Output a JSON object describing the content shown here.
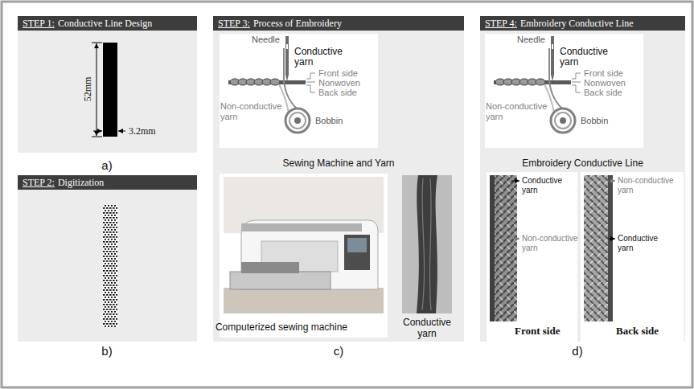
{
  "diagram": {
    "nodes": [
      {
        "text": [
          "STEP 1:",
          "Conductive Line Design"
        ]
      },
      {
        "text": [
          "STEP 2:",
          "Digitization"
        ]
      },
      {
        "text": [
          "STEP 3:",
          "Process of Embroidery"
        ]
      },
      {
        "text": [
          "Sewing Machine and Yarn"
        ],
        "in": 2
      },
      {
        "text": [
          "STEP 4:",
          "Embroidery Conductive Line"
        ]
      },
      {
        "text": [
          "Embroidery Conductive Line"
        ],
        "in": 4
      }
    ],
    "labels": [
      "52mm",
      "3.2mm",
      "a)",
      "b)",
      "Needle",
      "Conductive yarn",
      "Front side",
      "Nonwoven",
      "Back side",
      "Non-conductive yarn",
      "Bobbin",
      "Computerized sewing machine",
      "Conductive yarn",
      "c)",
      "Needle",
      "Conductive yarn",
      "Front side",
      "Nonwoven",
      "Back side",
      "Non-conductive yarn",
      "Bobbin",
      "Conductive yarn",
      "Non-conductive yarn",
      "Front side",
      "Non-conductive yarn",
      "Conductive yarn",
      "Back side",
      "d)"
    ]
  }
}
